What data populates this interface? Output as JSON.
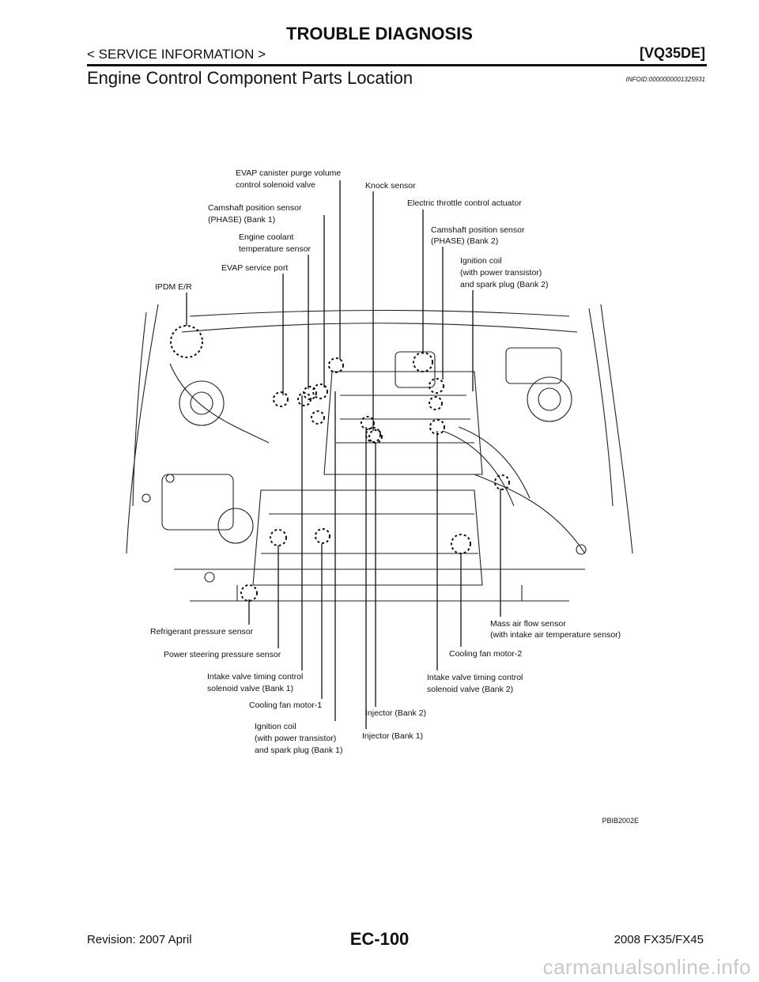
{
  "header": {
    "title": "TROUBLE DIAGNOSIS",
    "section": "< SERVICE INFORMATION >",
    "model": "[VQ35DE]",
    "page_title": "Engine Control Component Parts Location",
    "infoid": "INFOID:0000000001325931"
  },
  "diagram": {
    "labels": [
      {
        "lines": [
          "EVAP canister purge volume",
          "control solenoid valve"
        ]
      },
      {
        "lines": [
          "Knock sensor"
        ]
      },
      {
        "lines": [
          "Camshaft position sensor",
          "(PHASE) (Bank 1)"
        ]
      },
      {
        "lines": [
          "Electric throttle control actuator"
        ]
      },
      {
        "lines": [
          "Engine coolant",
          "temperature sensor"
        ]
      },
      {
        "lines": [
          "Camshaft position sensor",
          "(PHASE) (Bank 2)"
        ]
      },
      {
        "lines": [
          "EVAP service port"
        ]
      },
      {
        "lines": [
          "Ignition coil",
          "(with power transistor)",
          "and spark plug (Bank 2)"
        ]
      },
      {
        "lines": [
          "IPDM E/R"
        ]
      },
      {
        "lines": [
          "Refrigerant pressure sensor"
        ]
      },
      {
        "lines": [
          "Mass air flow sensor",
          "(with intake air temperature sensor)"
        ]
      },
      {
        "lines": [
          "Power steering pressure sensor"
        ]
      },
      {
        "lines": [
          "Cooling fan motor-2"
        ]
      },
      {
        "lines": [
          "Intake valve timing control",
          "solenoid valve (Bank 1)"
        ]
      },
      {
        "lines": [
          "Intake valve timing control",
          "solenoid valve (Bank 2)"
        ]
      },
      {
        "lines": [
          "Cooling fan motor-1"
        ]
      },
      {
        "lines": [
          "Injector (Bank 2)"
        ]
      },
      {
        "lines": [
          "Ignition coil",
          "(with power transistor)",
          "and spark plug (Bank 1)"
        ]
      },
      {
        "lines": [
          "Injector (Bank 1)"
        ]
      }
    ],
    "figure_code": "PBIB2002E"
  },
  "footer": {
    "revision": "Revision: 2007 April",
    "page": "EC-100",
    "model": "2008 FX35/FX45",
    "watermark": "carmanualsonline.info"
  }
}
